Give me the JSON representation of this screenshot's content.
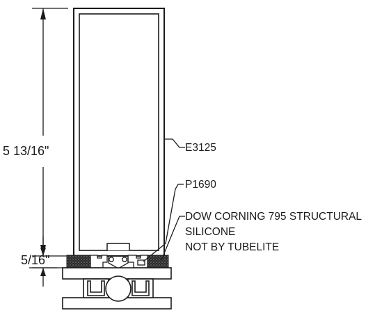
{
  "dimensions": {
    "height": "5 13/16\"",
    "sealant_depth_whole": "5/",
    "sealant_depth_fraction": "16\""
  },
  "callouts": {
    "profile": "E3125",
    "gasket": "P1690",
    "silicone_line1": "DOW CORNING 795 STRUCTURAL",
    "silicone_line2": "SILICONE",
    "silicone_line3": "NOT BY TUBELITE"
  }
}
